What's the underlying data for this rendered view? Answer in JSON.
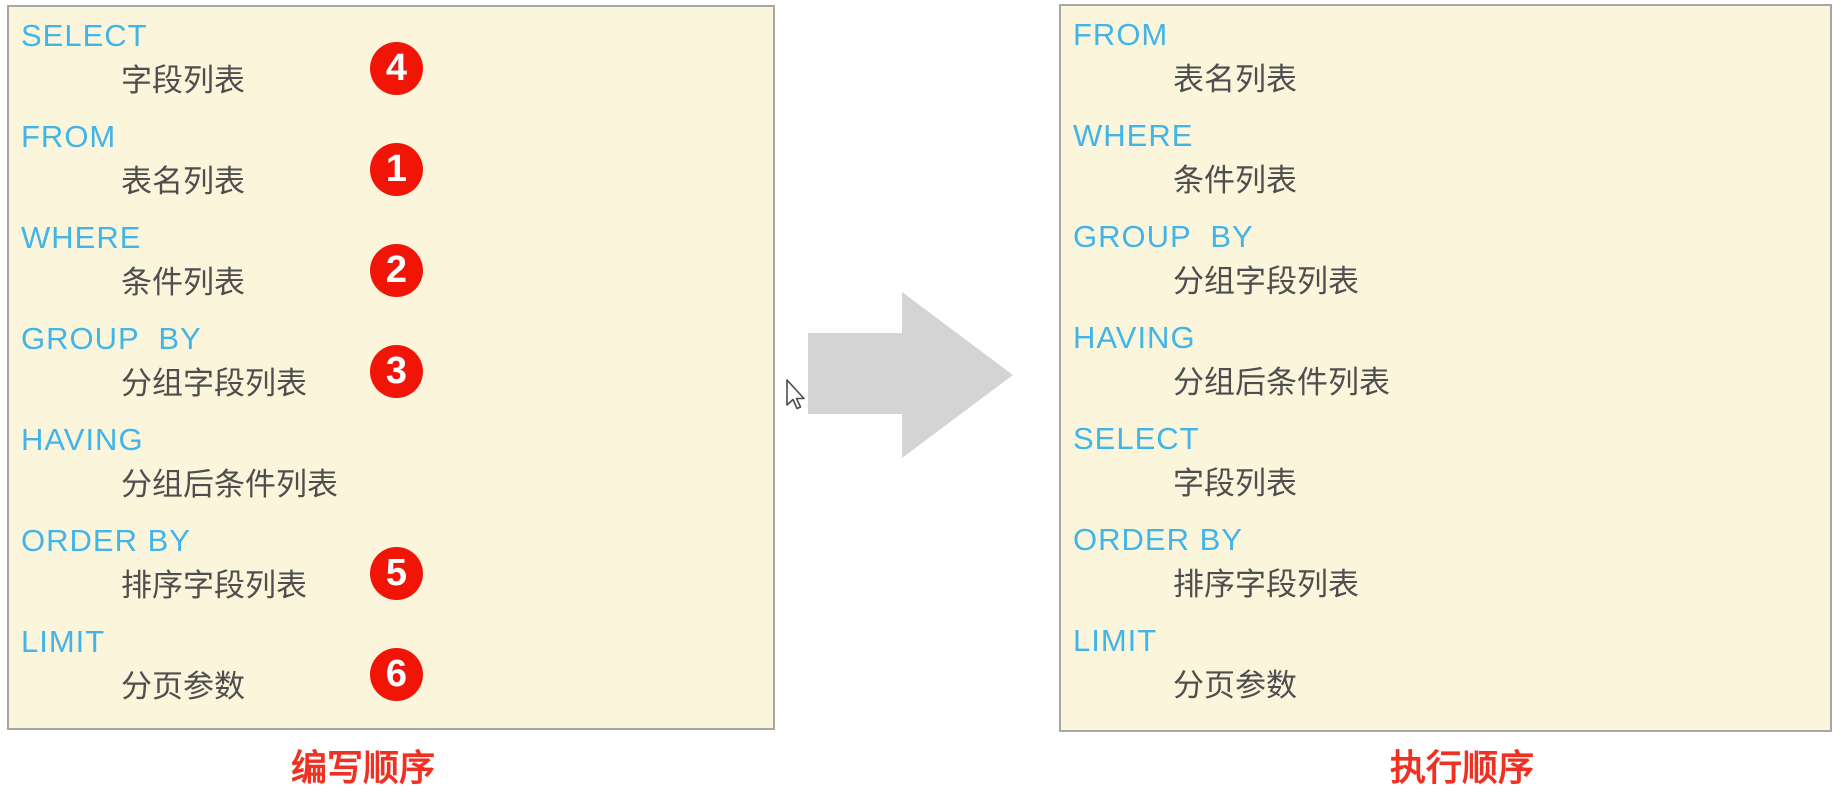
{
  "colors": {
    "page_bg": "#ffffff",
    "panel_bg": "#fbf5dc",
    "panel_border": "#a6a6a6",
    "keyword_blue": "#41b4e8",
    "operand_gray": "#4e4e4e",
    "badge_red": "#f01507",
    "badge_text": "#ffffff",
    "caption_red": "#ee3122",
    "arrow_gray": "#d4d4d4"
  },
  "icons": {
    "arrow": "right-arrow",
    "cursor": "mouse-pointer"
  },
  "left_panel": {
    "caption": "编写顺序",
    "items": [
      {
        "keyword": "SELECT",
        "operand": "字段列表",
        "badge": "4"
      },
      {
        "keyword": "FROM",
        "operand": "表名列表",
        "badge": "1"
      },
      {
        "keyword": "WHERE",
        "operand": "条件列表",
        "badge": "2"
      },
      {
        "keyword": "GROUP  BY",
        "operand": "分组字段列表",
        "badge": "3"
      },
      {
        "keyword": "HAVING",
        "operand": "分组后条件列表",
        "badge": null
      },
      {
        "keyword": "ORDER BY",
        "operand": "排序字段列表",
        "badge": "5"
      },
      {
        "keyword": "LIMIT",
        "operand": "分页参数",
        "badge": "6"
      }
    ]
  },
  "right_panel": {
    "caption": "执行顺序",
    "items": [
      {
        "keyword": "FROM",
        "operand": "表名列表",
        "badge": null
      },
      {
        "keyword": "WHERE",
        "operand": "条件列表",
        "badge": null
      },
      {
        "keyword": "GROUP  BY",
        "operand": "分组字段列表",
        "badge": null
      },
      {
        "keyword": "HAVING",
        "operand": "分组后条件列表",
        "badge": null
      },
      {
        "keyword": "SELECT",
        "operand": "字段列表",
        "badge": null
      },
      {
        "keyword": "ORDER BY",
        "operand": "排序字段列表",
        "badge": null
      },
      {
        "keyword": "LIMIT",
        "operand": "分页参数",
        "badge": null
      }
    ]
  }
}
